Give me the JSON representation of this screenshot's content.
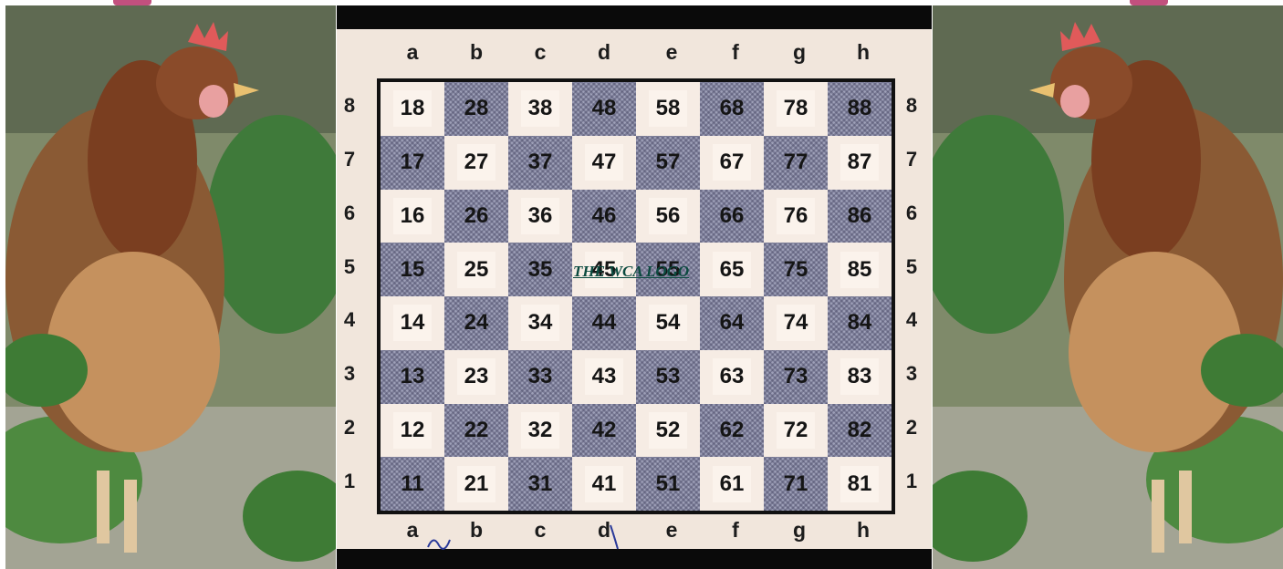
{
  "board": {
    "files": [
      "a",
      "b",
      "c",
      "d",
      "e",
      "f",
      "g",
      "h"
    ],
    "ranks": [
      "8",
      "7",
      "6",
      "5",
      "4",
      "3",
      "2",
      "1"
    ],
    "rows": [
      [
        "18",
        "28",
        "38",
        "48",
        "58",
        "68",
        "78",
        "88"
      ],
      [
        "17",
        "27",
        "37",
        "47",
        "57",
        "67",
        "77",
        "87"
      ],
      [
        "16",
        "26",
        "36",
        "46",
        "56",
        "66",
        "76",
        "86"
      ],
      [
        "15",
        "25",
        "35",
        "45",
        "55",
        "65",
        "75",
        "85"
      ],
      [
        "14",
        "24",
        "34",
        "44",
        "54",
        "64",
        "74",
        "84"
      ],
      [
        "13",
        "23",
        "33",
        "43",
        "53",
        "63",
        "73",
        "83"
      ],
      [
        "12",
        "22",
        "32",
        "42",
        "52",
        "62",
        "72",
        "82"
      ],
      [
        "11",
        "21",
        "31",
        "41",
        "51",
        "61",
        "71",
        "81"
      ]
    ]
  },
  "logo_link": {
    "text": "THE WCA LOGO",
    "color": "#0b4a3f"
  },
  "photos": {
    "left": "chicken-photo",
    "right": "chicken-photo"
  },
  "colors": {
    "tab": "#c2507e",
    "frame": "#0a0a0a",
    "paper": "#f1e6dc",
    "dark_square": "#9ea0b8"
  }
}
